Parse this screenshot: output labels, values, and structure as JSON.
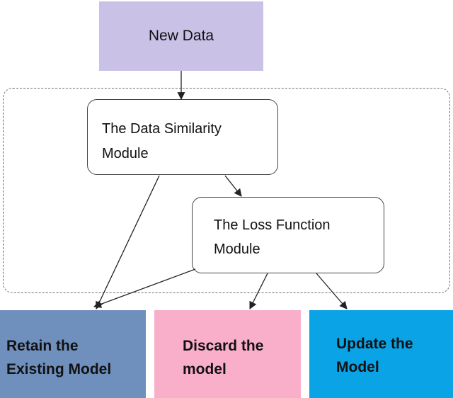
{
  "nodes": {
    "new_data": {
      "label": "New Data",
      "fill": "#c9c1e6"
    },
    "similarity": {
      "line1": "The Data Similarity",
      "line2": "Module"
    },
    "loss": {
      "line1": "The Loss Function",
      "line2": "Module"
    },
    "retain": {
      "line1": "Retain the",
      "line2": "Existing Model",
      "fill": "#6f8fbd"
    },
    "discard": {
      "line1": "Discard the",
      "line2": "model",
      "fill": "#f9aec9"
    },
    "update": {
      "line1": "Update the",
      "line2": "Model",
      "fill": "#0aa3e6"
    }
  },
  "edges": [
    {
      "from": "new_data",
      "to": "similarity"
    },
    {
      "from": "similarity",
      "to": "loss"
    },
    {
      "from": "similarity",
      "to": "retain"
    },
    {
      "from": "loss",
      "to": "retain"
    },
    {
      "from": "loss",
      "to": "discard"
    },
    {
      "from": "loss",
      "to": "update"
    }
  ]
}
